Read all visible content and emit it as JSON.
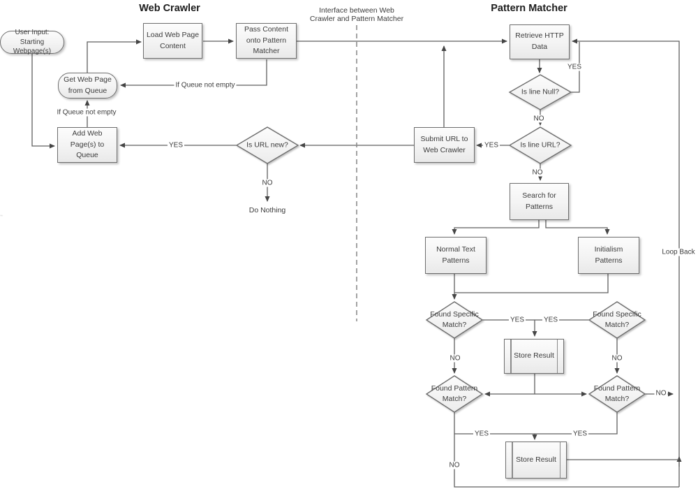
{
  "titles": {
    "left": "Web Crawler",
    "right": "Pattern Matcher",
    "divider_note_line1": "Interface between Web",
    "divider_note_line2": "Crawler and Pattern Matcher"
  },
  "nodes": {
    "user_input": "User Input: Starting Webpage(s)",
    "load_web_page": "Load Web Page Content",
    "pass_content": "Pass Content onto Pattern Matcher",
    "get_web_page": "Get Web Page from Queue",
    "add_web_page": "Add Web Page(s) to Queue",
    "is_url_new": "Is URL new?",
    "do_nothing": "Do Nothing",
    "submit_url": "Submit URL to Web Crawler",
    "retrieve_http": "Retrieve HTTP Data",
    "is_line_null": "Is line Null?",
    "is_line_url": "Is line URL?",
    "search_patterns": "Search for Patterns",
    "normal_text_patterns": "Normal Text Patterns",
    "initialism_patterns": "Initialism Patterns",
    "found_specific_left": "Found Specific Match?",
    "found_specific_right": "Found Specific Match?",
    "store_result_1": "Store Result",
    "found_pattern_left": "Found Pattern Match?",
    "found_pattern_right": "Found Pattern Match?",
    "store_result_2": "Store Result"
  },
  "edge_labels": {
    "if_queue_not_empty_top": "If Queue not empty",
    "if_queue_not_empty_left": "If Queue not empty",
    "yes_is_url_new": "YES",
    "no_is_url_new": "NO",
    "yes_is_line_null": "YES",
    "no_is_line_null": "NO",
    "yes_is_line_url": "YES",
    "no_is_line_url": "NO",
    "loop_back": "Loop Back",
    "yes_found_specific_left": "YES",
    "yes_found_specific_right": "YES",
    "no_found_specific_left": "NO",
    "no_found_specific_right": "NO",
    "no_found_pattern_right": "NO",
    "yes_found_pattern_left": "YES",
    "yes_found_pattern_right": "YES",
    "no_found_pattern_left": "NO"
  },
  "colors": {
    "connector_line": "#5f5f5f",
    "shape_border": "#6e6e6e",
    "shape_fill_top": "#fcfcfc",
    "shape_fill_bottom": "#e9e9e9",
    "text": "#3b3b3b",
    "title_text": "#1c1c1c",
    "divider_dash": "#8c8c8c"
  }
}
